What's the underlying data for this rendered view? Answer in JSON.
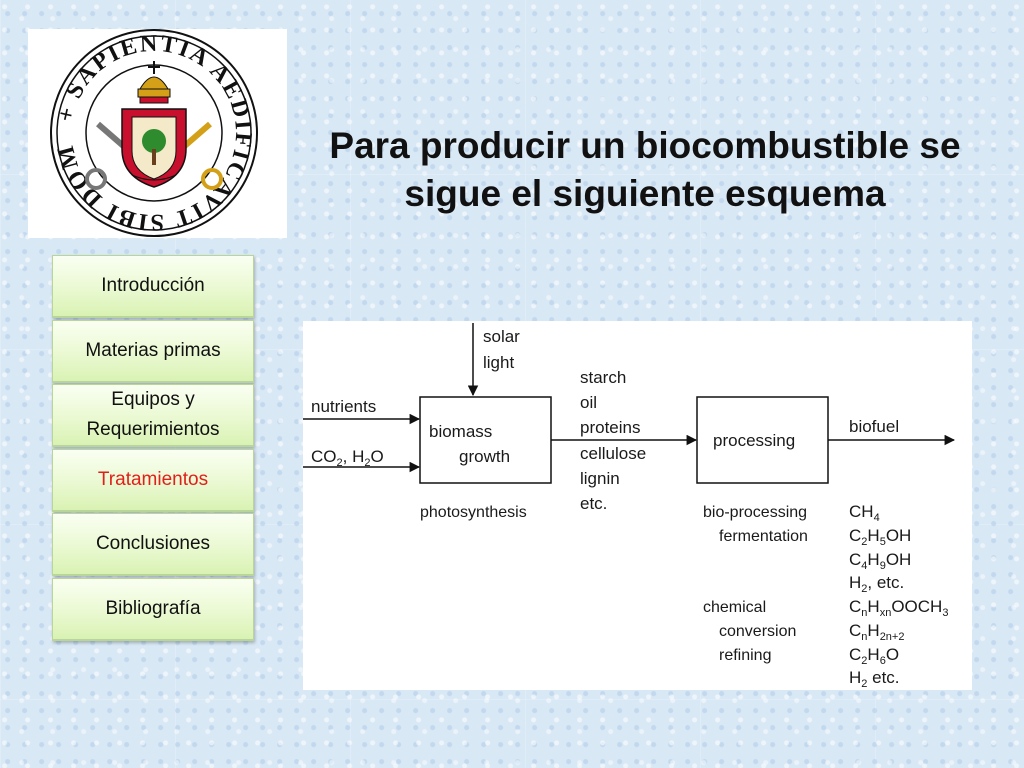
{
  "title": "Para producir un biocombustible se sigue el siguiente esquema",
  "logo": {
    "name": "university-seal",
    "text": "+ SAPIENTIA AEDIFICAVIT SIBI DOMVM",
    "colors": {
      "red": "#c8102e",
      "gold": "#d4a017",
      "green": "#2e8b2e"
    }
  },
  "nav": {
    "items": [
      {
        "label": "Introducción",
        "active": false
      },
      {
        "label": "Materias primas",
        "active": false
      },
      {
        "label": "Equipos y Requerimientos",
        "active": false
      },
      {
        "label": "Tratamientos",
        "active": true
      },
      {
        "label": "Conclusiones",
        "active": false
      },
      {
        "label": "Bibliografía",
        "active": false
      }
    ],
    "colors": {
      "active_text": "#e0201b",
      "tab_top": "#fafff2",
      "tab_bottom": "#d9f2b3"
    }
  },
  "diagram": {
    "inputs": {
      "solar": "solar",
      "light": "light",
      "nutrients": "nutrients",
      "co2": "CO",
      "co2_sub": "2",
      "sep": ", H",
      "h2o_sub": "2",
      "o": "O"
    },
    "box1": {
      "line1": "biomass",
      "line2": "growth"
    },
    "box1_caption": "photosynthesis",
    "intermediates": [
      "starch",
      "oil",
      "proteins",
      "cellulose",
      "lignin",
      "etc."
    ],
    "box2": "processing",
    "output": "biofuel",
    "methods": {
      "bio1": "bio-processing",
      "bio2": "fermentation",
      "chem1": "chemical",
      "chem2": "conversion",
      "chem3": "refining"
    },
    "products": {
      "bio": [
        "CH4",
        "C2H5OH",
        "C4H9OH",
        "H2, etc."
      ],
      "chem": [
        "CnHxnOOCH3",
        "CnH2n+2",
        "C2H6O",
        "H2 etc."
      ]
    }
  }
}
